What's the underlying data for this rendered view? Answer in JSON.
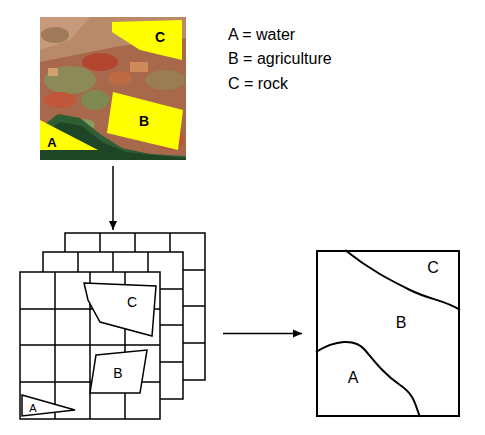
{
  "diagram": {
    "nodes": [
      {
        "text": []
      },
      {
        "text": [
          "C"
        ],
        "in": 0
      },
      {
        "text": [
          "B"
        ],
        "in": 0
      },
      {
        "text": [
          "A"
        ],
        "in": 0
      },
      {
        "text": []
      },
      {
        "text": [
          "C"
        ],
        "in": 4
      },
      {
        "text": [
          "B"
        ],
        "in": 4
      },
      {
        "text": [
          "A"
        ],
        "in": 4
      },
      {
        "text": []
      },
      {
        "text": [
          "C"
        ],
        "in": 8
      },
      {
        "text": [
          "B"
        ],
        "in": 8
      },
      {
        "text": [
          "A"
        ],
        "in": 8
      }
    ],
    "edges": [
      {
        "from": 0,
        "to": 4,
        "arrow": "to"
      },
      {
        "from": 4,
        "to": 8,
        "arrow": "to"
      }
    ],
    "labels": [
      "A = water",
      "B = agriculture",
      "C = rock"
    ]
  }
}
